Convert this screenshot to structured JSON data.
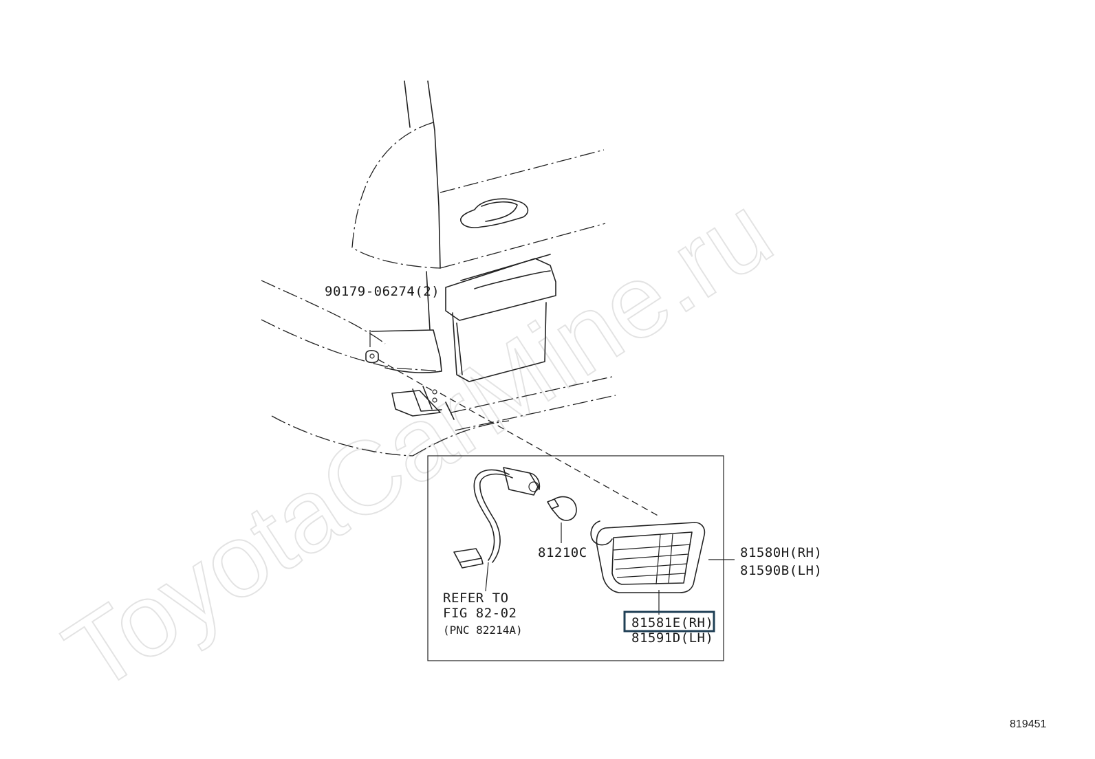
{
  "watermark": "ToyotaCarMine.ru",
  "figure_number": "819451",
  "callouts": {
    "clip": "90179-06274(2)",
    "bulb": "81210C",
    "lamp_rh": "81580H(RH)",
    "lamp_lh": "81590B(LH)",
    "lens_rh": "81581E(RH)",
    "lens_lh": "81591D(LH)",
    "refer_line1": "REFER TO",
    "refer_line2": "FIG 82-02",
    "refer_line3": "(PNC 82214A)"
  },
  "highlighted_part": "81581E(RH)"
}
